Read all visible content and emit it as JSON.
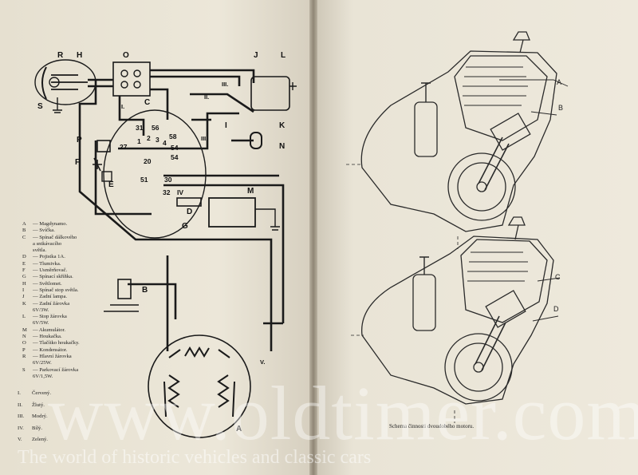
{
  "wiring_diagram": {
    "component_letters": {
      "R": "R",
      "H": "H",
      "S": "S",
      "O": "O",
      "C": "C",
      "I": "I",
      "J": "J",
      "L": "L",
      "K": "K",
      "N": "N",
      "P": "P",
      "F": "F",
      "E": "E",
      "M": "M",
      "D": "D",
      "G": "G",
      "B": "B",
      "A": "A"
    },
    "terminals": [
      "31",
      "56",
      "27",
      "1",
      "2",
      "3",
      "4",
      "58",
      "54",
      "54",
      "20",
      "51",
      "30",
      "32",
      "IV"
    ],
    "wire_labels": [
      "I.",
      "II.",
      "III.",
      "III.",
      "V."
    ]
  },
  "legend": [
    {
      "key": "A",
      "text": "— Magdynamo."
    },
    {
      "key": "B",
      "text": "— Svíčka."
    },
    {
      "key": "C",
      "text": "— Spínač dálkového\na sntkávacího\nsvětla."
    },
    {
      "key": "D",
      "text": "— Pojistka 1A."
    },
    {
      "key": "E",
      "text": "— Tlumivka."
    },
    {
      "key": "F",
      "text": "— Usměrňovač."
    },
    {
      "key": "G",
      "text": "— Spínací skříňka."
    },
    {
      "key": "H",
      "text": "— Světlomet."
    },
    {
      "key": "I",
      "text": "— Spínač stop světla."
    },
    {
      "key": "J",
      "text": "— Zadní lampa."
    },
    {
      "key": "K",
      "text": "— Zadní žárovka\n6V/3W."
    },
    {
      "key": "L",
      "text": "— Stop žárovka\n6V/5W."
    },
    {
      "key": "M",
      "text": "— Akumulátor."
    },
    {
      "key": "N",
      "text": "— Houkačka."
    },
    {
      "key": "O",
      "text": "— Tlačítko houkačky."
    },
    {
      "key": "P",
      "text": "— Kondensátor."
    },
    {
      "key": "R",
      "text": "— Hlavní žárovka\n6V/25W."
    },
    {
      "key": "S",
      "text": "— Parkovací žárovka\n6V/1,5W."
    }
  ],
  "wire_colors": [
    {
      "key": "I.",
      "text": "Červený."
    },
    {
      "key": "II.",
      "text": "Žlutý."
    },
    {
      "key": "III.",
      "text": "Modrý."
    },
    {
      "key": "IV.",
      "text": "Bílý."
    },
    {
      "key": "V.",
      "text": "Zelený."
    }
  ],
  "engine_labels": [
    "A",
    "B",
    "C",
    "D"
  ],
  "caption": "Schema činnosti dvoudobého motoru.",
  "watermark": {
    "main": "www.oldtimer.com",
    "tagline": "The world of historic vehicles and classic cars"
  }
}
